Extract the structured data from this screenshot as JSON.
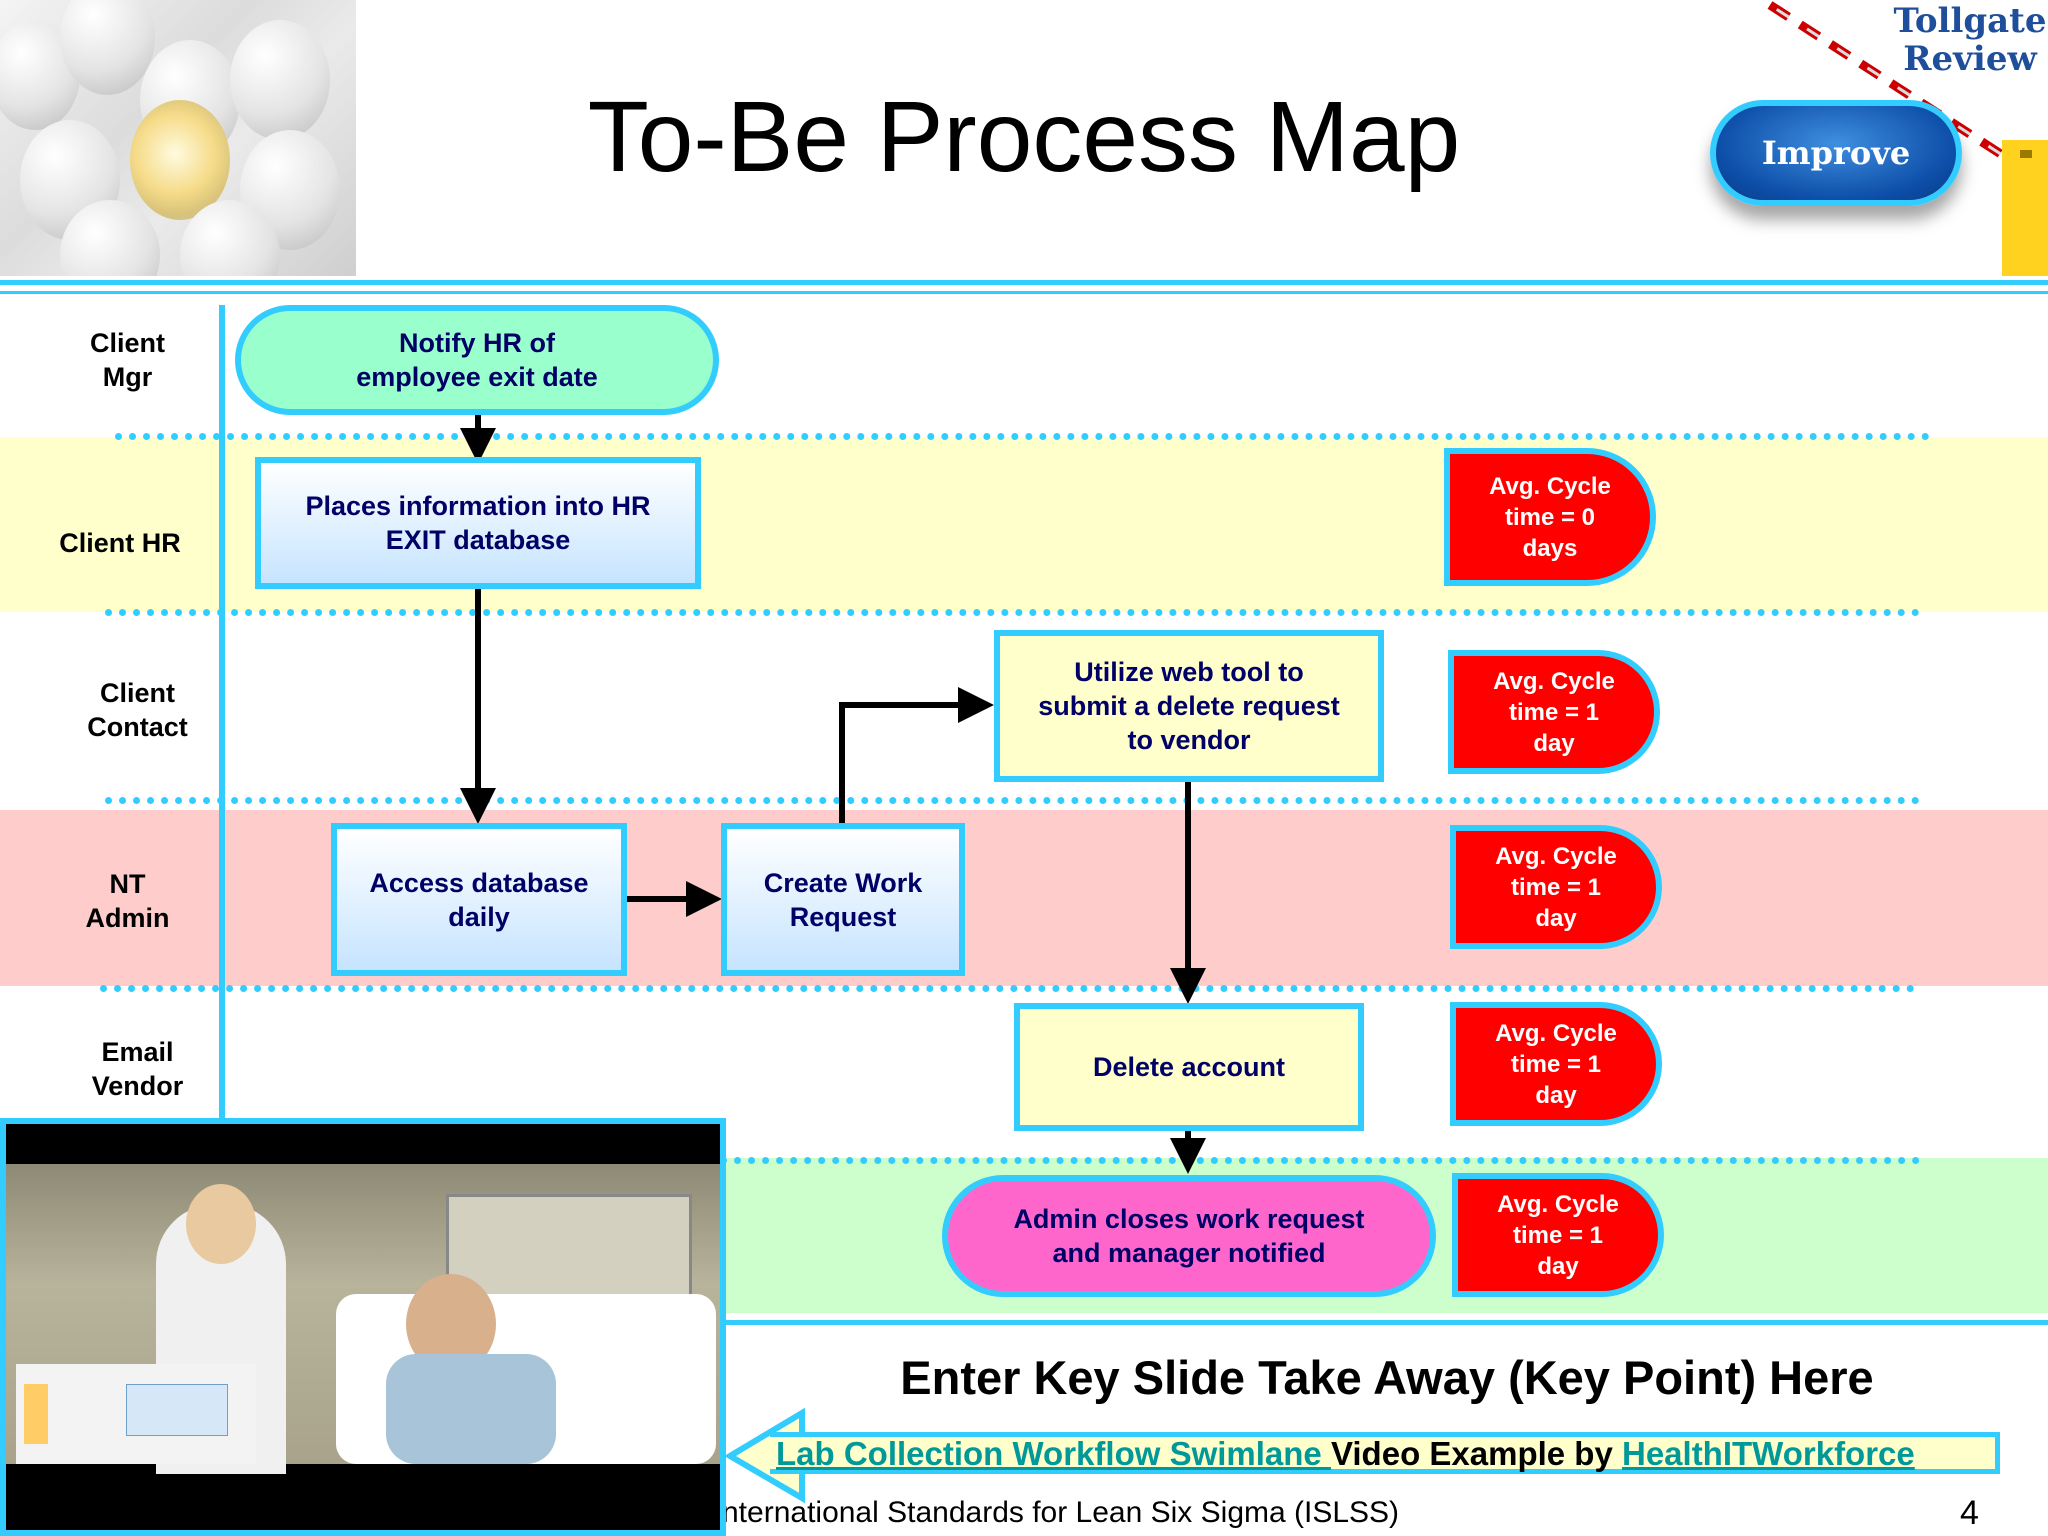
{
  "title": "To-Be Process Map",
  "tollgate": {
    "line1": "Tollgate",
    "line2": "Review",
    "phase": "Improve"
  },
  "lanes": [
    {
      "label": "Client\nMgr",
      "color": "#ffffff"
    },
    {
      "label": "Client HR",
      "color": "#ffffcc"
    },
    {
      "label": "Client\nContact",
      "color": "#ffffff"
    },
    {
      "label": "NT\nAdmin",
      "color": "#ffcccc"
    },
    {
      "label": "Email\nVendor",
      "color": "#ffffff"
    },
    {
      "label": "",
      "color": "#ccffcc"
    }
  ],
  "steps": {
    "notify": "Notify HR of\nemployee exit date",
    "places": "Places information into HR\nEXIT database",
    "utilize": "Utilize web tool to\nsubmit a delete request\nto vendor",
    "access": "Access database\ndaily",
    "create": "Create Work\nRequest",
    "delete": "Delete account",
    "closes": "Admin closes work request\nand manager notified"
  },
  "cycle_times": [
    "Avg. Cycle\ntime = 0\ndays",
    "Avg. Cycle\ntime = 1\nday",
    "Avg. Cycle\ntime = 1\nday",
    "Avg. Cycle\ntime = 1\nday",
    "Avg. Cycle\ntime = 1\nday"
  ],
  "takeaway": "Enter Key Slide Take Away (Key Point) Here",
  "video_caption": {
    "link1": "Lab Collection Workflow Swimlane ",
    "middle": "Video Example  by ",
    "link2": "HealthITWorkforce"
  },
  "footer": {
    "text": "nternational Standards for Lean Six Sigma (ISLSS)",
    "page": "4"
  },
  "colors": {
    "accent": "#33ccff",
    "cycle": "#ff0000",
    "box_text": "#000066"
  }
}
